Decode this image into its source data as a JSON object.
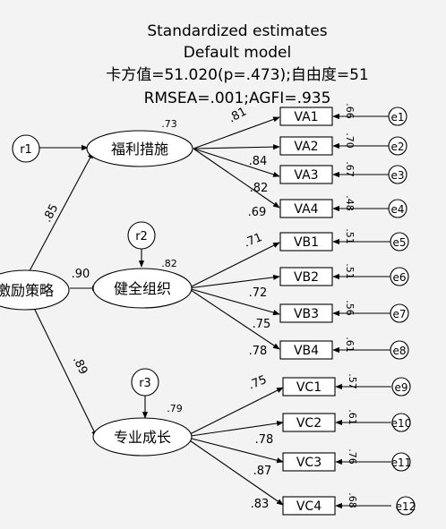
{
  "title": {
    "line1": "Standardized estimates",
    "line2": "Default model",
    "line3": "卡方值=51.020(p=.473);自由度=51",
    "line4": "RMSEA=.001;AGFI=.935"
  },
  "latent": {
    "root": {
      "label": "激励策略"
    },
    "f1": {
      "label": "福利措施",
      "r2": ".73",
      "path": ".85",
      "residual": "r1"
    },
    "f2": {
      "label": "健全组织",
      "r2": ".82",
      "path": ".90",
      "residual": "r2"
    },
    "f3": {
      "label": "专业成长",
      "r2": ".79",
      "path": ".89",
      "residual": "r3"
    }
  },
  "indicators": [
    {
      "id": "va1",
      "label": "VA1",
      "loading": ".81",
      "r2": ".66",
      "error": "e1"
    },
    {
      "id": "va2",
      "label": "VA2",
      "loading": "",
      "r2": ".70",
      "error": "e2"
    },
    {
      "id": "va3",
      "label": "VA3",
      "loading": ".84",
      "r2": ".67",
      "error": "e3"
    },
    {
      "id": "va4",
      "label": "VA4",
      "loading": ".82",
      "r2": ".48",
      "error": "e4"
    },
    {
      "id": "va4b",
      "label": "",
      "loading": ".69",
      "r2": "",
      "error": ""
    },
    {
      "id": "vb1",
      "label": "VB1",
      "loading": ".71",
      "r2": ".51",
      "error": "e5"
    },
    {
      "id": "vb2",
      "label": "VB2",
      "loading": "",
      "r2": ".51",
      "error": "e6"
    },
    {
      "id": "vb3",
      "label": "VB3",
      "loading": ".72",
      "r2": ".56",
      "error": "e7"
    },
    {
      "id": "vb4",
      "label": "VB4",
      "loading": ".75",
      "r2": ".61",
      "error": "e8"
    },
    {
      "id": "vb4b",
      "label": "",
      "loading": ".78",
      "r2": "",
      "error": ""
    },
    {
      "id": "vc1",
      "label": "VC1",
      "loading": ".75",
      "r2": ".57",
      "error": "e9"
    },
    {
      "id": "vc2",
      "label": "VC2",
      "loading": "",
      "r2": ".61",
      "error": "e10"
    },
    {
      "id": "vc3",
      "label": "VC3",
      "loading": ".78",
      "r2": ".76",
      "error": "e11"
    },
    {
      "id": "vc4",
      "label": "VC4",
      "loading": ".87",
      "r2": ".68",
      "error": "e12"
    },
    {
      "id": "vc4b",
      "label": "",
      "loading": ".83",
      "r2": "",
      "error": ""
    }
  ]
}
